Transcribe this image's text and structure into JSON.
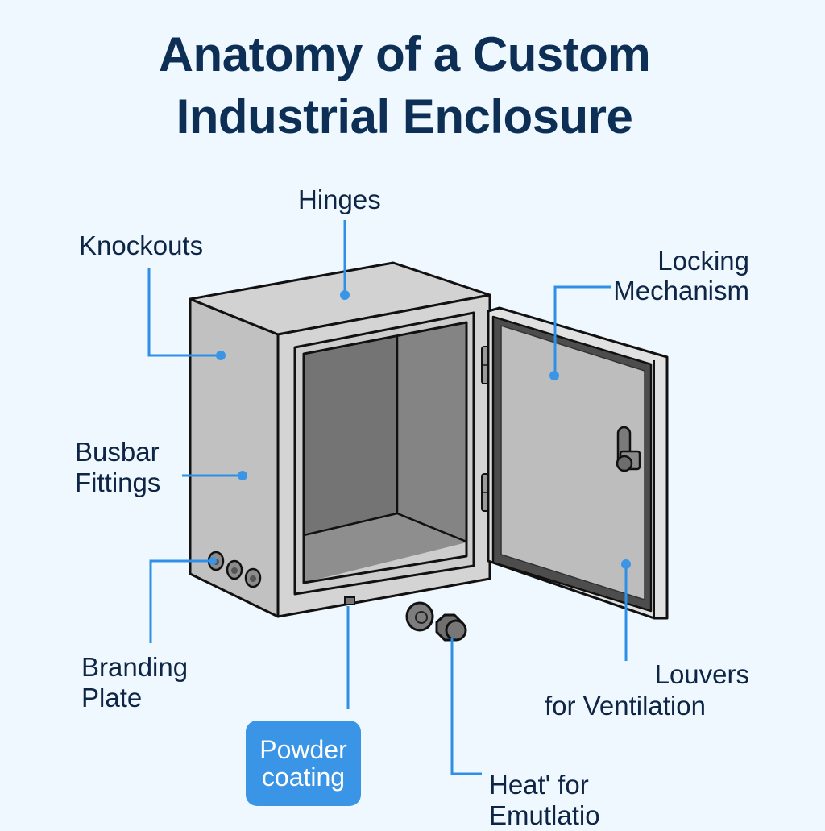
{
  "title": {
    "line1": "Anatomy of a Custom",
    "line2": "Industrial Enclosure"
  },
  "colors": {
    "background": "#eef8fe",
    "title": "#0d2f55",
    "label_text": "#0f2546",
    "leader_line": "#2f8fe6",
    "badge_fill": "#3a95e6",
    "badge_text": "#ffffff",
    "enclosure_light": "#cfcfcf",
    "enclosure_mid": "#bdbdbd",
    "enclosure_dark": "#6e6e6e",
    "gasket": "#4a4a4a"
  },
  "labels": {
    "hinges": "Hinges",
    "knockouts": "Knockouts",
    "locking_line1": "Locking",
    "locking_line2": "Mechanism",
    "busbar_line1": "Busbar",
    "busbar_line2": "Fittings",
    "branding_line1": "Branding",
    "branding_line2": "Plate",
    "powder_line1": "Powder",
    "powder_line2": "coating",
    "louvers_line1": "Louvers",
    "louvers_line2": "for Ventilation",
    "heat_line1": "Heat' for",
    "heat_line2": "Emutlatio"
  },
  "icons": {
    "enclosure": "industrial-enclosure-illustration",
    "door": "open-door",
    "latch": "latch-handle",
    "knockout_plugs": "cable-gland-plugs",
    "cable_gland": "cable-gland",
    "callout_dot": "leader-dot"
  }
}
